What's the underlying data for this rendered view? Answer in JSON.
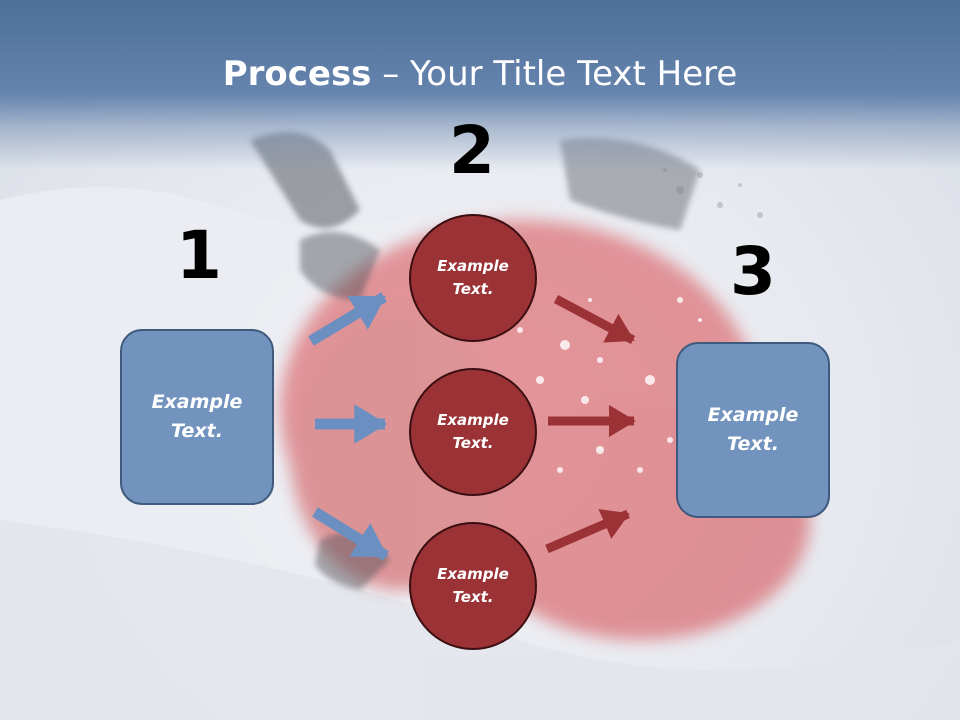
{
  "title": {
    "bold": "Process",
    "rest": " – Your Title Text Here"
  },
  "steps": [
    {
      "number": "1",
      "text": "Example Text."
    },
    {
      "number": "2"
    },
    {
      "number": "3",
      "text": "Example Text."
    }
  ],
  "circles": [
    {
      "text": "Example Text."
    },
    {
      "text": "Example Text."
    },
    {
      "text": "Example Text."
    }
  ],
  "colors": {
    "header": "#5a7aa6",
    "box": "#7293bd",
    "circle": "#9a3236",
    "arrow_in": "#6b8fc0",
    "arrow_out": "#9a3236"
  }
}
